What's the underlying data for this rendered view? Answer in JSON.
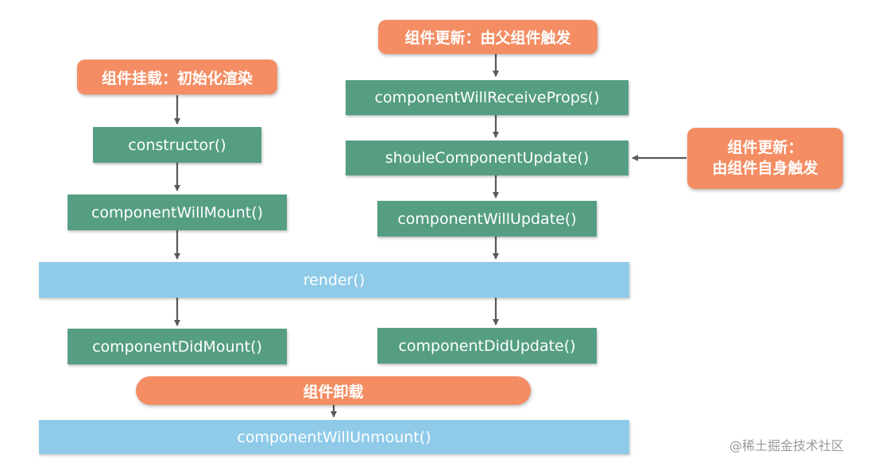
{
  "mount": {
    "title": "组件挂载：初始化渲染",
    "constructor": "constructor()",
    "will_mount": "componentWillMount()",
    "did_mount": "componentDidMount()"
  },
  "update_parent": {
    "title": "组件更新：由父组件触发",
    "will_receive_props": "componentWillReceiveProps()",
    "should_update": "shouleComponentUpdate()",
    "will_update": "componentWillUpdate()",
    "did_update": "componentDidUpdate()"
  },
  "update_self": {
    "title_line1": "组件更新：",
    "title_line2": "由组件自身触发"
  },
  "render": "render()",
  "unmount": {
    "title": "组件卸载",
    "will_unmount": "componentWillUnmount()"
  },
  "watermark": "@稀土掘金技术社区",
  "colors": {
    "event": "#f48d63",
    "lifecycle": "#559e82",
    "shared": "#8fcbe9",
    "arrow": "#595959"
  }
}
